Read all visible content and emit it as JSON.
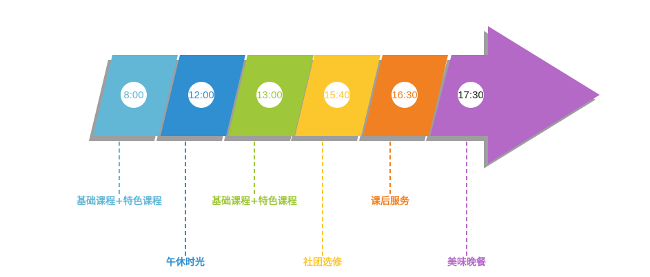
{
  "timeline": {
    "steps": [
      {
        "time": "8:00",
        "label": "基础课程+特色课程",
        "color": "#62b7d6"
      },
      {
        "time": "12:00",
        "label": "午休时光",
        "color": "#2f8fd0"
      },
      {
        "time": "13:00",
        "label": "基础课程+特色课程",
        "color": "#9ec73a"
      },
      {
        "time": "15:40",
        "label": "社团选修",
        "color": "#fcc72c"
      },
      {
        "time": "16:30",
        "label": "课后服务",
        "color": "#f08022"
      },
      {
        "time": "17:30",
        "label": "美味晚餐",
        "color": "#b469c7"
      }
    ],
    "shadow_color": "#9e9e9e",
    "final_time_color": "#222222"
  }
}
